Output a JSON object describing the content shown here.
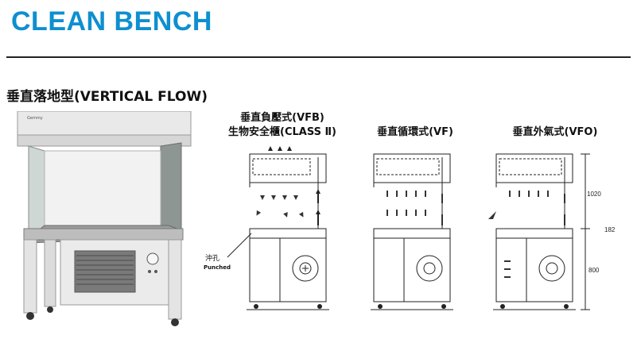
{
  "header": {
    "title": "CLEAN BENCH",
    "accent_color": "#0e8fd0"
  },
  "section": {
    "heading": "垂直落地型(VERTICAL FLOW)"
  },
  "photo": {
    "brand_label": "Gemmy"
  },
  "diagrams": [
    {
      "title_line1": "垂直負壓式(VFB)",
      "title_line2": "生物安全櫃(CLASS Ⅱ)"
    },
    {
      "title_line1": "垂直循環式(VF)"
    },
    {
      "title_line1": "垂直外氣式(VFO)"
    }
  ],
  "annotations": {
    "punched_cn": "沖孔",
    "punched_en": "Punched"
  },
  "dimensions": {
    "upper": "1020",
    "lower": "800",
    "total": "182"
  }
}
